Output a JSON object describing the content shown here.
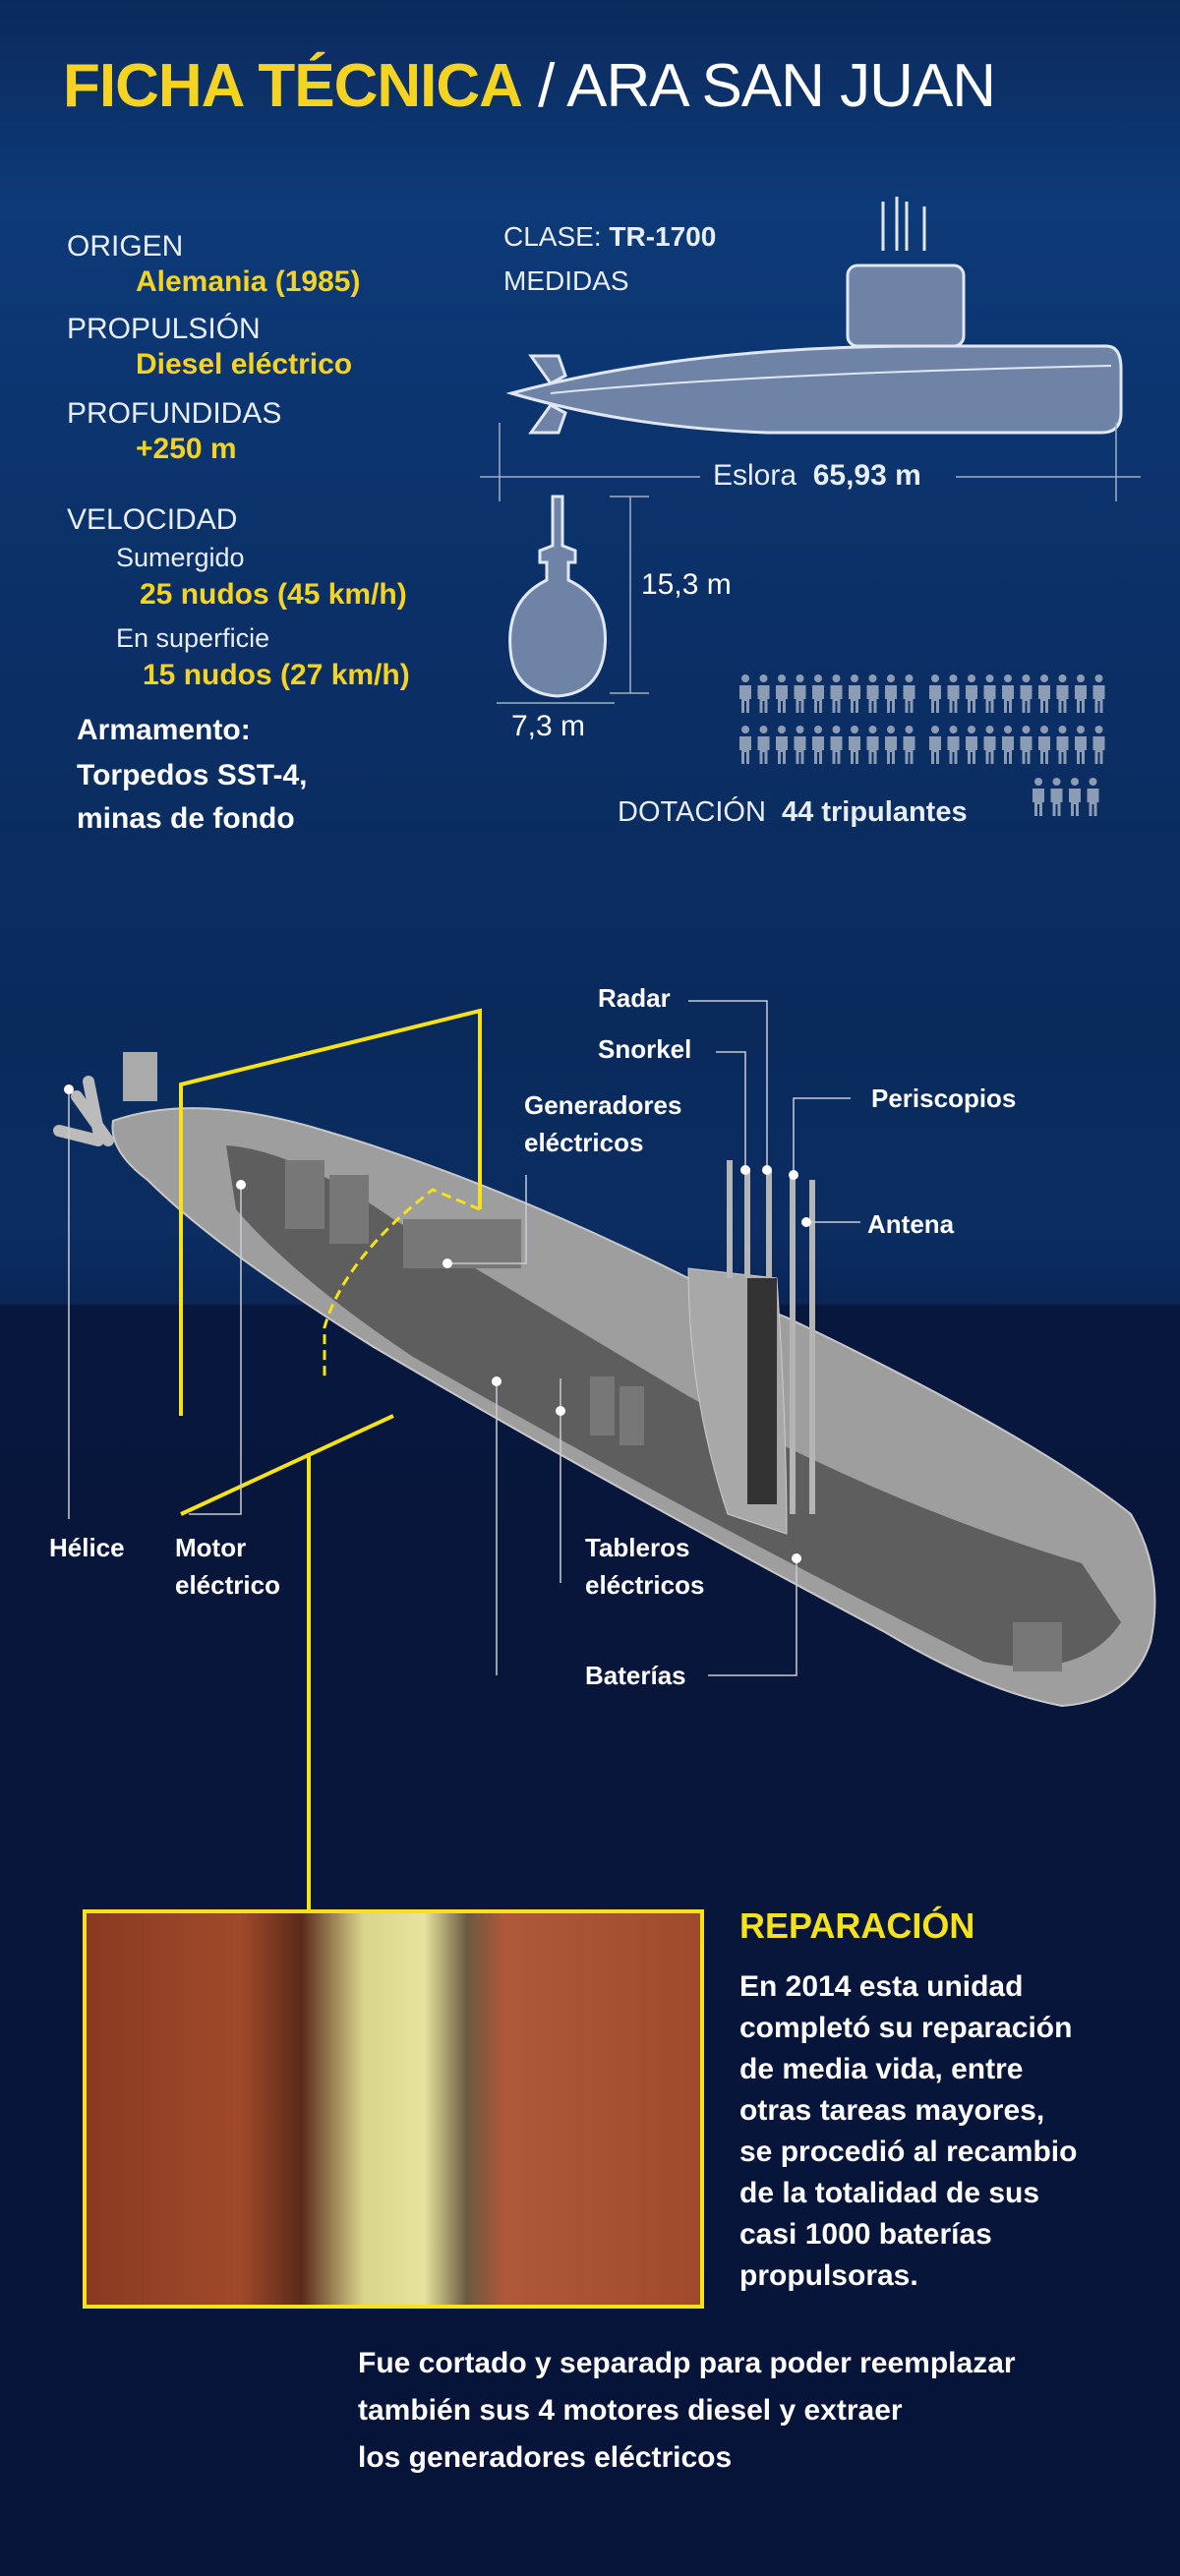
{
  "header": {
    "title_main": "FICHA TÉCNICA",
    "title_sep": " / ",
    "title_sub": "ARA SAN JUAN"
  },
  "specs": {
    "origen_label": "ORIGEN",
    "origen_value": "Alemania (1985)",
    "propulsion_label": "PROPULSIÓN",
    "propulsion_value": "Diesel eléctrico",
    "profundidad_label": "PROFUNDIDAS",
    "profundidad_value": "+250 m",
    "velocidad_label": "VELOCIDAD",
    "sumergido_label": "Sumergido",
    "sumergido_value": "25 nudos (45 km/h)",
    "superficie_label": "En superficie",
    "superficie_value": "15 nudos (27 km/h)",
    "armamento_label": "Armamento:",
    "armamento_line1": "Torpedos SST-4,",
    "armamento_line2": "minas de fondo"
  },
  "medidas": {
    "clase_label": "CLASE:",
    "clase_value": "TR-1700",
    "medidas_label": "MEDIDAS",
    "eslora_label": "Eslora",
    "eslora_value": "65,93 m",
    "altura_value": "15,3 m",
    "manga_value": "7,3 m"
  },
  "dotacion": {
    "label": "DOTACIÓN",
    "value": "44 tripulantes",
    "count": 44
  },
  "callouts": {
    "radar": "Radar",
    "snorkel": "Snorkel",
    "generadores_1": "Generadores",
    "generadores_2": "eléctricos",
    "periscopios": "Periscopios",
    "antena": "Antena",
    "helice": "Hélice",
    "motor_1": "Motor",
    "motor_2": "eléctrico",
    "tableros_1": "Tableros",
    "tableros_2": "eléctricos",
    "baterias": "Baterías"
  },
  "reparacion": {
    "title": "REPARACIÓN",
    "lines": [
      "En 2014 esta unidad",
      "completó su reparación",
      "de media vida, entre",
      "otras  tareas mayores,",
      "se procedió al recambio",
      "de la totalidad de sus",
      "casi 1000 baterías",
      "propulsoras."
    ],
    "note_lines": [
      "Fue cortado y separadp para poder reemplazar",
      "también sus 4 motores diesel  y extraer",
      "los generadores eléctricos"
    ]
  },
  "colors": {
    "accent": "#f5d322",
    "hull": "#8a9ab5",
    "cutaway": "#9a9a9a"
  }
}
